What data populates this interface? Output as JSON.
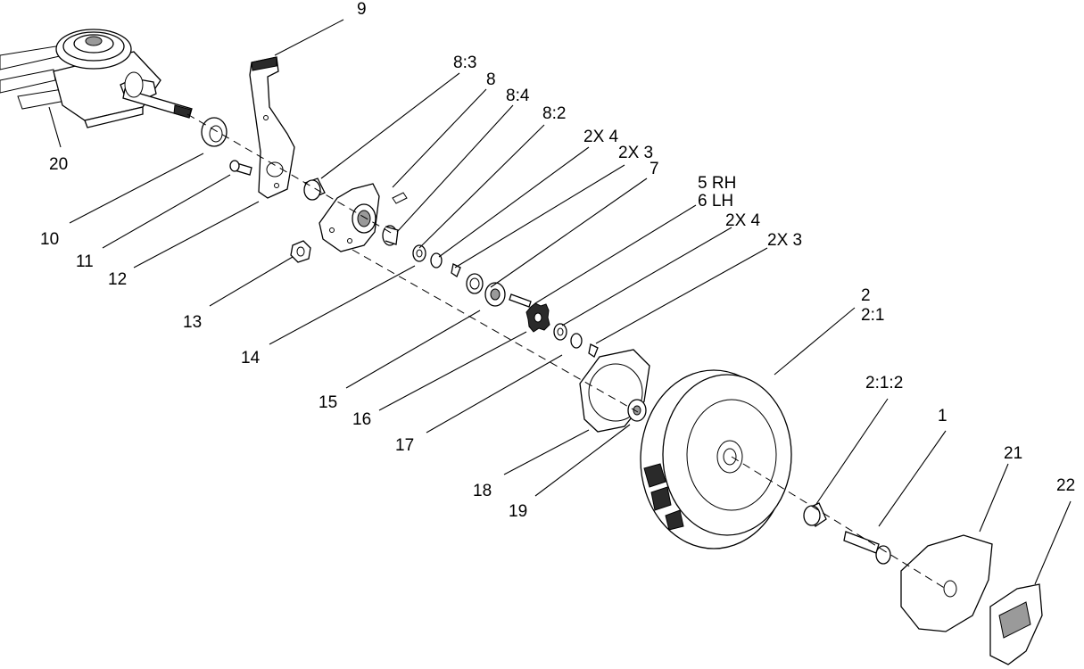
{
  "callouts": [
    {
      "id": "c9",
      "text": "9"
    },
    {
      "id": "c8_3",
      "text": "8:3"
    },
    {
      "id": "c8",
      "text": "8"
    },
    {
      "id": "c8_4",
      "text": "8:4"
    },
    {
      "id": "c8_2",
      "text": "8:2"
    },
    {
      "id": "c2x4a",
      "text": "2X 4"
    },
    {
      "id": "c2x3a",
      "text": "2X 3"
    },
    {
      "id": "c7",
      "text": "7"
    },
    {
      "id": "c5rh",
      "text": "5 RH"
    },
    {
      "id": "c6lh",
      "text": "6 LH"
    },
    {
      "id": "c2x4b",
      "text": "2X 4"
    },
    {
      "id": "c2x3b",
      "text": "2X 3"
    },
    {
      "id": "c2",
      "text": "2"
    },
    {
      "id": "c2_1",
      "text": "2:1"
    },
    {
      "id": "c2_1_2",
      "text": "2:1:2"
    },
    {
      "id": "c1",
      "text": "1"
    },
    {
      "id": "c21",
      "text": "21"
    },
    {
      "id": "c22",
      "text": "22"
    },
    {
      "id": "c20",
      "text": "20"
    },
    {
      "id": "c10",
      "text": "10"
    },
    {
      "id": "c11",
      "text": "11"
    },
    {
      "id": "c12",
      "text": "12"
    },
    {
      "id": "c13",
      "text": "13"
    },
    {
      "id": "c14",
      "text": "14"
    },
    {
      "id": "c15",
      "text": "15"
    },
    {
      "id": "c16",
      "text": "16"
    },
    {
      "id": "c17",
      "text": "17"
    },
    {
      "id": "c18",
      "text": "18"
    },
    {
      "id": "c19",
      "text": "19"
    }
  ]
}
